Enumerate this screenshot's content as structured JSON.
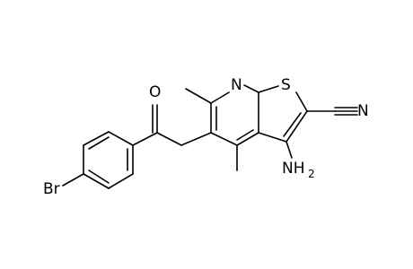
{
  "atoms": {
    "oxygen": "O",
    "nitrogen": "N",
    "sulfur": "S",
    "bromine": "Br",
    "amino": "NH",
    "amino_subscript": "2",
    "nitrile_nitrogen": "N"
  }
}
